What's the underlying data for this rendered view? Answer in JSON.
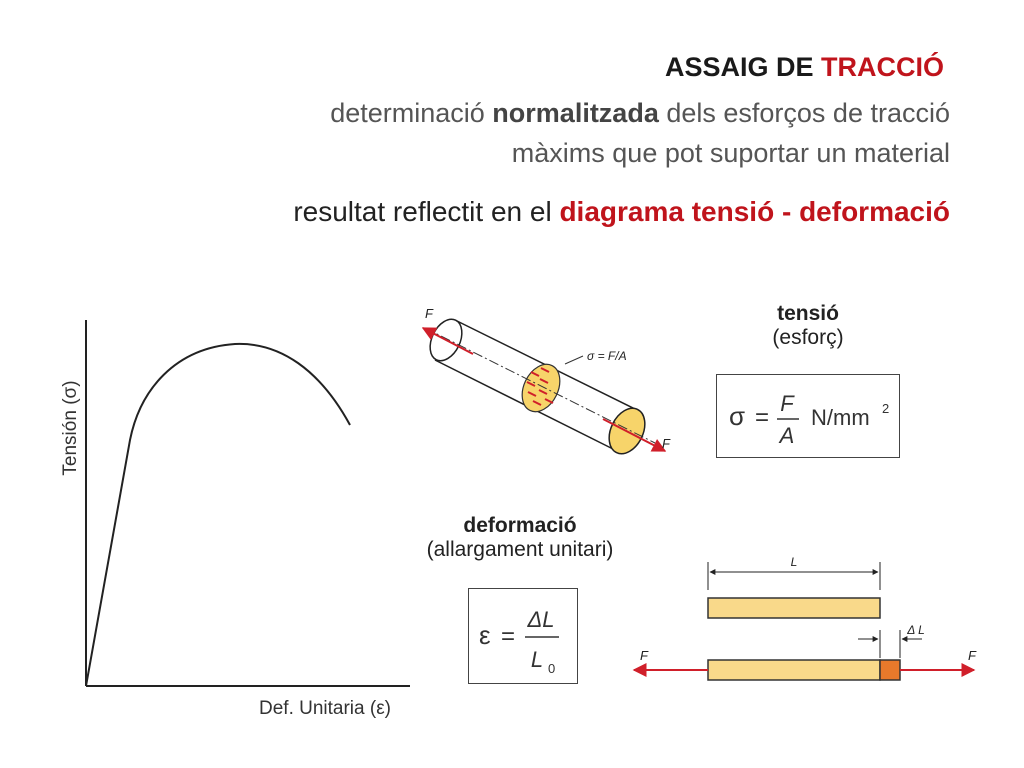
{
  "header": {
    "title_prefix": "ASSAIG DE",
    "title_accent": "TRACCIÓ",
    "sub1_a": "determinació",
    "sub1_b": "normalitzada",
    "sub1_c": "dels esforços de tracció",
    "sub2": "màxims que pot suportar un material",
    "result_prefix": "resultat reflectit en el",
    "result_accent": "diagrama tensió - deformació"
  },
  "graph": {
    "ylabel": "Tensión (σ)",
    "xlabel": "Def. Unitaria (ε)"
  },
  "cylinder": {
    "force_left": "F",
    "force_right": "F",
    "stress_label": "σ = F/A"
  },
  "tension": {
    "title": "tensió",
    "subtitle": "(esforç)",
    "sigma": "σ",
    "eq": "=",
    "num": "F",
    "den": "A",
    "unit": "N/mm",
    "unit_exp": "2"
  },
  "deformacio": {
    "title": "deformació",
    "subtitle": "(allargament unitari)",
    "eps": "ε",
    "eq": "=",
    "num": "ΔL",
    "den": "L",
    "den_sub": "0"
  },
  "bars": {
    "length_label": "L",
    "delta_label": "Δ L",
    "force_left": "F",
    "force_right": "F"
  },
  "colors": {
    "accent": "#c0141c",
    "bar_fill": "#f9d98a",
    "bar_extension": "#e8792b",
    "cylinder_fill": "#f7d46a"
  }
}
